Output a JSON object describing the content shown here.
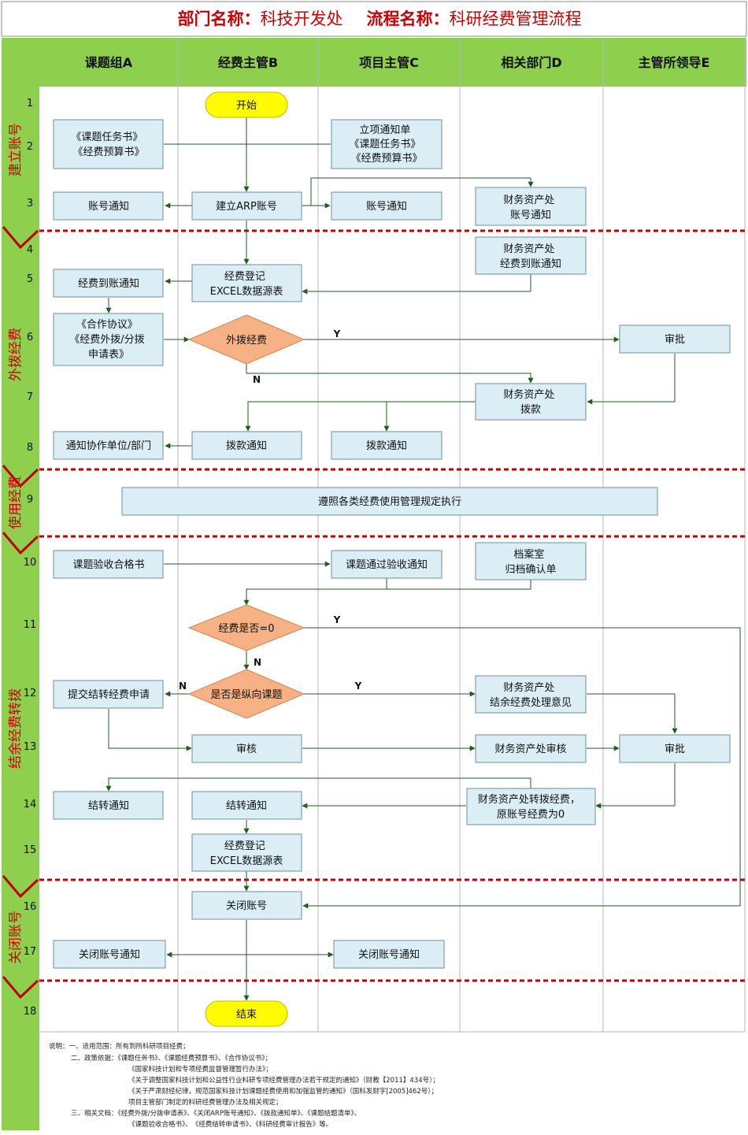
{
  "header": {
    "dept_label": "部门名称：",
    "dept_value": "科技开发处",
    "flow_label": "流程名称：",
    "flow_value": "科研经费管理流程"
  },
  "lanes": [
    "课题组A",
    "经费主管B",
    "项目主管C",
    "相关部门D",
    "主管所领导E"
  ],
  "phases": [
    "建立账号",
    "外拨经费",
    "使用经费",
    "结余经费转拨",
    "关闭账号"
  ],
  "steps": [
    "1",
    "2",
    "3",
    "4",
    "5",
    "6",
    "7",
    "8",
    "9",
    "10",
    "11",
    "12",
    "13",
    "14",
    "15",
    "16",
    "17",
    "18"
  ],
  "nodes": {
    "start": "开始",
    "task_docs_a": [
      "《课题任务书》",
      "《经费预算书》"
    ],
    "project_notice": [
      "立项通知单",
      "《课题任务书》",
      "《经费预算书》"
    ],
    "acct_notice_a": "账号通知",
    "create_arp": "建立ARP账号",
    "acct_notice_c": "账号通知",
    "finance_acct_notice": [
      "财务资产处",
      "账号通知"
    ],
    "finance_arrival": [
      "财务资产处",
      "经费到账通知"
    ],
    "arrival_notice_a": "经费到账通知",
    "register1": [
      "经费登记",
      "EXCEL数据源表"
    ],
    "coop_docs": [
      "《合作协议》",
      "《经费外拨/分拨",
      "申请表》"
    ],
    "outbound_decision": "外拨经费",
    "approve_e1": "审批",
    "finance_transfer": [
      "财务资产处",
      "拨款"
    ],
    "notify_partner": "通知协作单位/部门",
    "transfer_notice_b": "拨款通知",
    "transfer_notice_c": "拨款通知",
    "use_rules": "遵照各类经费使用管理规定执行",
    "acceptance_cert": "课题验收合格书",
    "acceptance_notice": "课题通过验收通知",
    "archive_confirm": [
      "档案室",
      "归档确认单"
    ],
    "zero_decision": "经费是否=0",
    "vertical_decision": "是否是纵向课题",
    "submit_carryover": "提交结转经费申请",
    "finance_opinion": [
      "财务资产处",
      "结余经费处理意见"
    ],
    "review_b": "审核",
    "finance_review": "财务资产处审核",
    "approve_e2": "审批",
    "carry_notice_a": "结转通知",
    "carry_notice_b": "结转通知",
    "finance_carry": [
      "财务资产处转拨经费，",
      "原账号经费为0"
    ],
    "register2": [
      "经费登记",
      "EXCEL数据源表"
    ],
    "close_account": "关闭账号",
    "close_notice_a": "关闭账号通知",
    "close_notice_c": "关闭账号通知",
    "end": "结束"
  },
  "edge_labels": {
    "yes": "Y",
    "no": "N"
  },
  "notes": [
    "说明：一、适用范围：所有到所科研项目经费；",
    "二、政策依据：《课题任务书》、《课题经费预算书》、《合作协议书》；",
    "《国家科技计划和专项经费监督管理暂行办法》；",
    "《关于调整国家科技计划和公益性行业科研专项经费管理办法若干规定的通知》（财教【2011】434号）；",
    "《关于严肃财经纪律，规范国家科技计划课题经费使用和加强监管的通知》（国科发财字[2005]462号）；",
    "项目主管部门制定的科研经费管理办法及相关规定；",
    "三、相关文档：《经费外拨/分拨申请表》、《关闭ARP账号通知》、《拨款通知单》、《课题结题清单》、",
    "《课题验收合格书》、　《经费结转申请书》、《科研经费审计报告》等。"
  ],
  "colors": {
    "header_green": "#8ecf4e",
    "side_green": "#8ecf4e",
    "box_fill": "#dbeef5",
    "box_stroke": "#6f8fa0",
    "decision_fill": "#f6b184",
    "decision_stroke": "#d9824d",
    "terminal_fill": "#fffb00",
    "phase_text": "#cc0000",
    "divider": "#c00000",
    "title_red": "#cc0000",
    "arrow": "#1f5e1f"
  }
}
